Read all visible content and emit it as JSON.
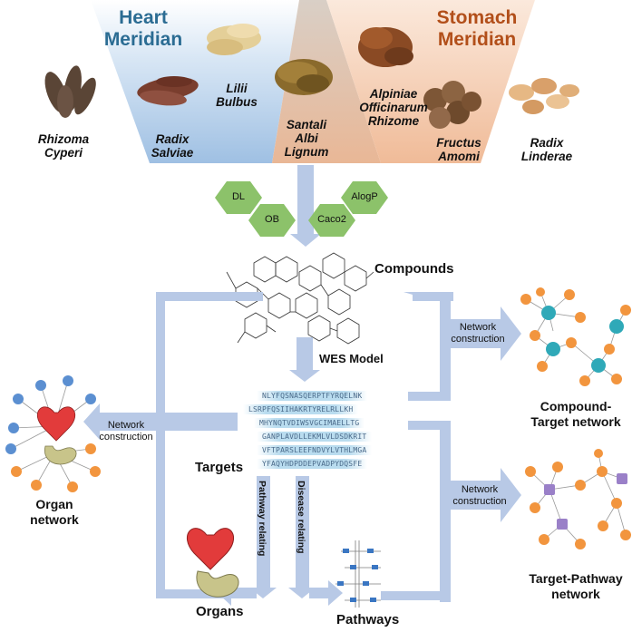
{
  "meridians": {
    "heart": {
      "line1": "Heart",
      "line2": "Meridian"
    },
    "stomach": {
      "line1": "Stomach",
      "line2": "Meridian"
    }
  },
  "herbs": [
    {
      "line1": "Rhizoma",
      "line2": "Cyperi"
    },
    {
      "line1": "Radix",
      "line2": "Salviae"
    },
    {
      "line1": "Lilii",
      "line2": "Bulbus"
    },
    {
      "line1": "Santali",
      "line2": "Albi",
      "line3": "Lignum"
    },
    {
      "line1": "Alpiniae",
      "line2": "Officinarum",
      "line3": "Rhizome"
    },
    {
      "line1": "Fructus",
      "line2": "Amomi"
    },
    {
      "line1": "Radix",
      "line2": "Linderae"
    }
  ],
  "filters": {
    "dl": "DL",
    "ob": "OB",
    "caco2": "Caco2",
    "alogp": "AlogP"
  },
  "nodes": {
    "compounds": "Compounds",
    "wes_model": "WES Model",
    "targets": "Targets",
    "organs": "Organs",
    "pathways": "Pathways"
  },
  "arrows": {
    "net_left": {
      "line1": "Network",
      "line2": "construction"
    },
    "net_top": {
      "line1": "Network",
      "line2": "construction"
    },
    "net_bottom": {
      "line1": "Network",
      "line2": "construction"
    },
    "pathway_relating": "Pathway relating",
    "disease_relating": "Disease relating"
  },
  "networks": {
    "organ": {
      "line1": "Organ",
      "line2": "network"
    },
    "compound_target": {
      "line1": "Compound-",
      "line2": "Target network"
    },
    "target_pathway": {
      "line1": "Target-Pathway",
      "line2": "network"
    }
  },
  "sequences": [
    "NLYFQSNASQERPTFYRQELNK",
    "LSRPFQSIIHAKRTYRELRLLKH",
    "MHYNQTVDIWSVGCIMAELLTG",
    "GANPLAVDLLEKMLVLDSDKRIT",
    "VFTPARSLEEFNDVYLVTHLMGA",
    "YFAQYHDPDDEPVADPYDQSFE"
  ],
  "colors": {
    "heart_band": "#a9c6e6",
    "stomach_band": "#f2c8a8",
    "heart_title": "#2b6c93",
    "stomach_title": "#b24f1a",
    "flow_arrow": "#b8c9e6",
    "hexagon": "#8cc26a",
    "node_orange": "#f2953e",
    "node_blue": "#5b8fd1",
    "node_teal": "#2fa9b8",
    "node_purple": "#9a80c8"
  }
}
